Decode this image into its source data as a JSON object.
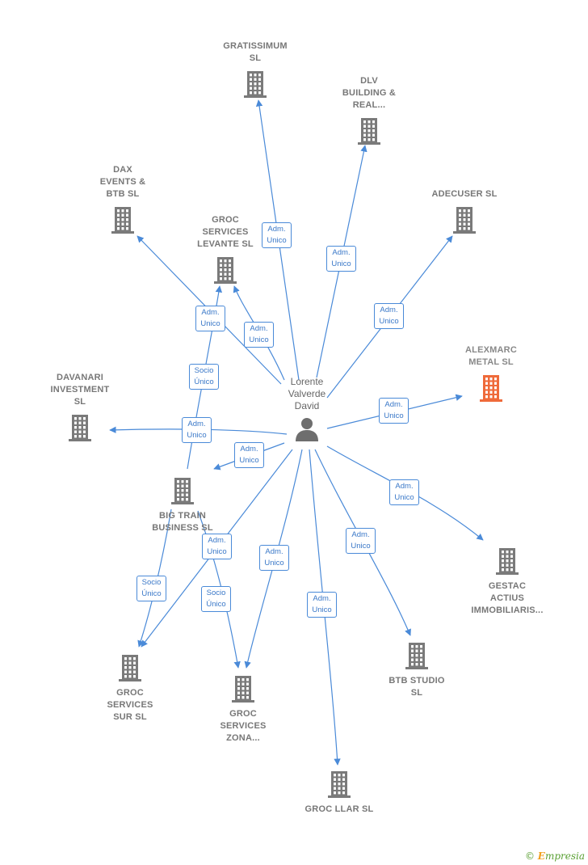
{
  "colors": {
    "edge": "#4a8ad8",
    "company": "#7a7a7a",
    "highlight": "#ef6a3a",
    "person": "#6e6e6e"
  },
  "person": {
    "lines": [
      "Lorente",
      "Valverde",
      "David"
    ]
  },
  "nodes": [
    {
      "id": "gratissimum",
      "lines": [
        "GRATISSIMUM",
        "SL"
      ]
    },
    {
      "id": "dlv",
      "lines": [
        "DLV",
        "BUILDING &",
        "REAL..."
      ]
    },
    {
      "id": "dax",
      "lines": [
        "DAX",
        "EVENTS &",
        "BTB  SL"
      ]
    },
    {
      "id": "groc-levante",
      "lines": [
        "GROC",
        "SERVICES",
        "LEVANTE  SL"
      ]
    },
    {
      "id": "adecuser",
      "lines": [
        "ADECUSER  SL"
      ]
    },
    {
      "id": "alexmarc",
      "lines": [
        "ALEXMARC",
        "METAL  SL"
      ],
      "highlight": true
    },
    {
      "id": "davanari",
      "lines": [
        "DAVANARI",
        "INVESTMENT",
        "SL"
      ]
    },
    {
      "id": "big-train",
      "lines": [
        "BIG TRAIN",
        "BUSINESS  SL"
      ]
    },
    {
      "id": "gestac",
      "lines": [
        "GESTAC",
        "ACTIUS",
        "IMMOBILIARIS..."
      ]
    },
    {
      "id": "groc-sur",
      "lines": [
        "GROC",
        "SERVICES",
        "SUR  SL"
      ]
    },
    {
      "id": "groc-zona",
      "lines": [
        "GROC",
        "SERVICES",
        "ZONA..."
      ]
    },
    {
      "id": "btb-studio",
      "lines": [
        "BTB STUDIO",
        "SL"
      ]
    },
    {
      "id": "groc-llar",
      "lines": [
        "GROC LLAR SL"
      ]
    }
  ],
  "edges": [
    {
      "from": "person",
      "to": "gratissimum",
      "label": [
        "Adm.",
        "Unico"
      ]
    },
    {
      "from": "person",
      "to": "dlv",
      "label": [
        "Adm.",
        "Unico"
      ]
    },
    {
      "from": "person",
      "to": "dax",
      "label": [
        "Adm.",
        "Unico"
      ]
    },
    {
      "from": "person",
      "to": "groc-levante",
      "label": [
        "Adm.",
        "Unico"
      ]
    },
    {
      "from": "big-train",
      "to": "groc-levante",
      "label": [
        "Socio",
        "Único"
      ]
    },
    {
      "from": "person",
      "to": "adecuser",
      "label": [
        "Adm.",
        "Unico"
      ]
    },
    {
      "from": "person",
      "to": "alexmarc",
      "label": [
        "Adm.",
        "Unico"
      ]
    },
    {
      "from": "person",
      "to": "davanari",
      "label": [
        "Adm.",
        "Unico"
      ]
    },
    {
      "from": "person",
      "to": "big-train",
      "label": [
        "Adm.",
        "Unico"
      ]
    },
    {
      "from": "person",
      "to": "gestac",
      "label": [
        "Adm.",
        "Unico"
      ]
    },
    {
      "from": "person",
      "to": "groc-sur",
      "label": [
        "Adm.",
        "Unico"
      ]
    },
    {
      "from": "big-train",
      "to": "groc-sur",
      "label": [
        "Socio",
        "Único"
      ]
    },
    {
      "from": "person",
      "to": "groc-zona",
      "label": [
        "Adm.",
        "Unico"
      ]
    },
    {
      "from": "big-train",
      "to": "groc-zona",
      "label": [
        "Socio",
        "Único"
      ]
    },
    {
      "from": "person",
      "to": "btb-studio",
      "label": [
        "Adm.",
        "Unico"
      ]
    },
    {
      "from": "person",
      "to": "groc-llar",
      "label": [
        "Adm.",
        "Unico"
      ]
    }
  ],
  "brand": {
    "symbol": "©",
    "name": "mpresia",
    "initial": "E"
  }
}
